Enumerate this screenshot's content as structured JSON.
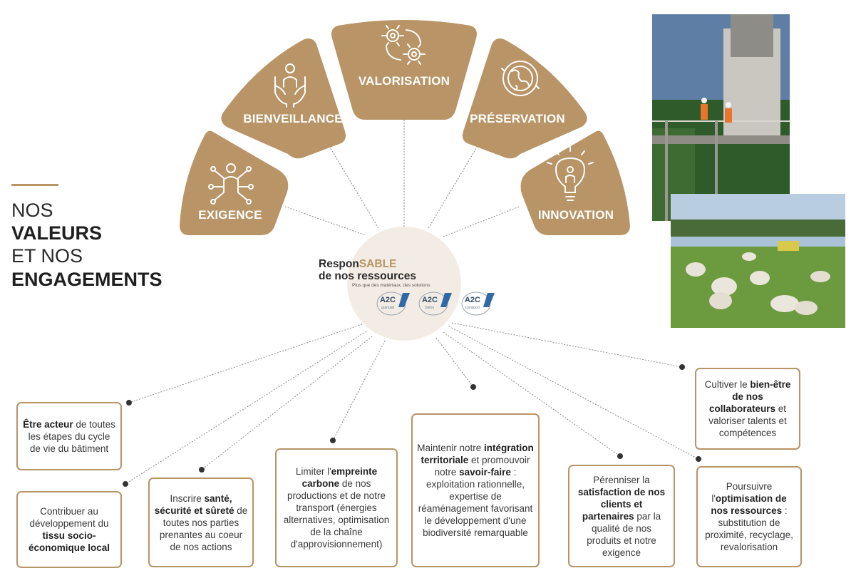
{
  "heading": {
    "line1": "NOS",
    "line2": "VALEURS",
    "line3": "ET NOS",
    "line4": "ENGAGEMENTS"
  },
  "values": [
    {
      "label": "EXIGENCE",
      "icon": "network-person-icon"
    },
    {
      "label": "BIENVEILLANCE",
      "icon": "hands-person-icon"
    },
    {
      "label": "VALORISATION",
      "icon": "gears-cycle-icon"
    },
    {
      "label": "PRÉSERVATION",
      "icon": "globe-arrows-icon"
    },
    {
      "label": "INNOVATION",
      "icon": "lightbulb-person-icon"
    }
  ],
  "center": {
    "title_a": "Respon",
    "title_b": "SABLE",
    "title_c": "de nos ressources",
    "tagline": "Plus que des matériaux, des solutions",
    "logos": [
      {
        "name": "A2C",
        "sub": "granulat"
      },
      {
        "name": "A2C",
        "sub": "béton"
      },
      {
        "name": "A2C",
        "sub": "transport"
      }
    ]
  },
  "commitments": {
    "acteur": {
      "a": "Être acteur",
      "b": " de toutes les étapes du cycle de vie du bâtiment"
    },
    "tissu": {
      "a": "Contribuer au développement du ",
      "b": "tissu socio-économique local"
    },
    "sante": {
      "a": "Inscrire ",
      "b": "santé, sécurité et sûreté",
      "c": " de toutes nos parties prenantes au coeur de nos actions"
    },
    "carbone": {
      "a": "Limiter l'",
      "b": "empreinte carbone",
      "c": " de nos productions et de notre transport (énergies alternatives, optimisation de la chaîne d'approvisionnement)"
    },
    "territoire": {
      "a": "Maintenir notre ",
      "b": "intégration territoriale",
      "c": " et promouvoir notre ",
      "d": "savoir-faire",
      "e": " : exploitation rationnelle, expertise de réaménagement favorisant le développement d'une biodiversité remarquable"
    },
    "clients": {
      "a": "Pérenniser la ",
      "b": "satisfaction de nos clients et partenaires",
      "c": " par la qualité de nos produits et notre exigence"
    },
    "bienetre": {
      "a": "Cultiver le ",
      "b": "bien-être de nos collaborateurs",
      "c": " et valoriser talents et compétences"
    },
    "ressources": {
      "a": "Poursuivre l'",
      "b": "optimisation de nos ressources",
      "c": " : substitution de proximité, recyclage, revalorisation"
    }
  },
  "colors": {
    "accent": "#b89466",
    "text": "#3a3a3a",
    "center_disc": "#f3ece4"
  }
}
